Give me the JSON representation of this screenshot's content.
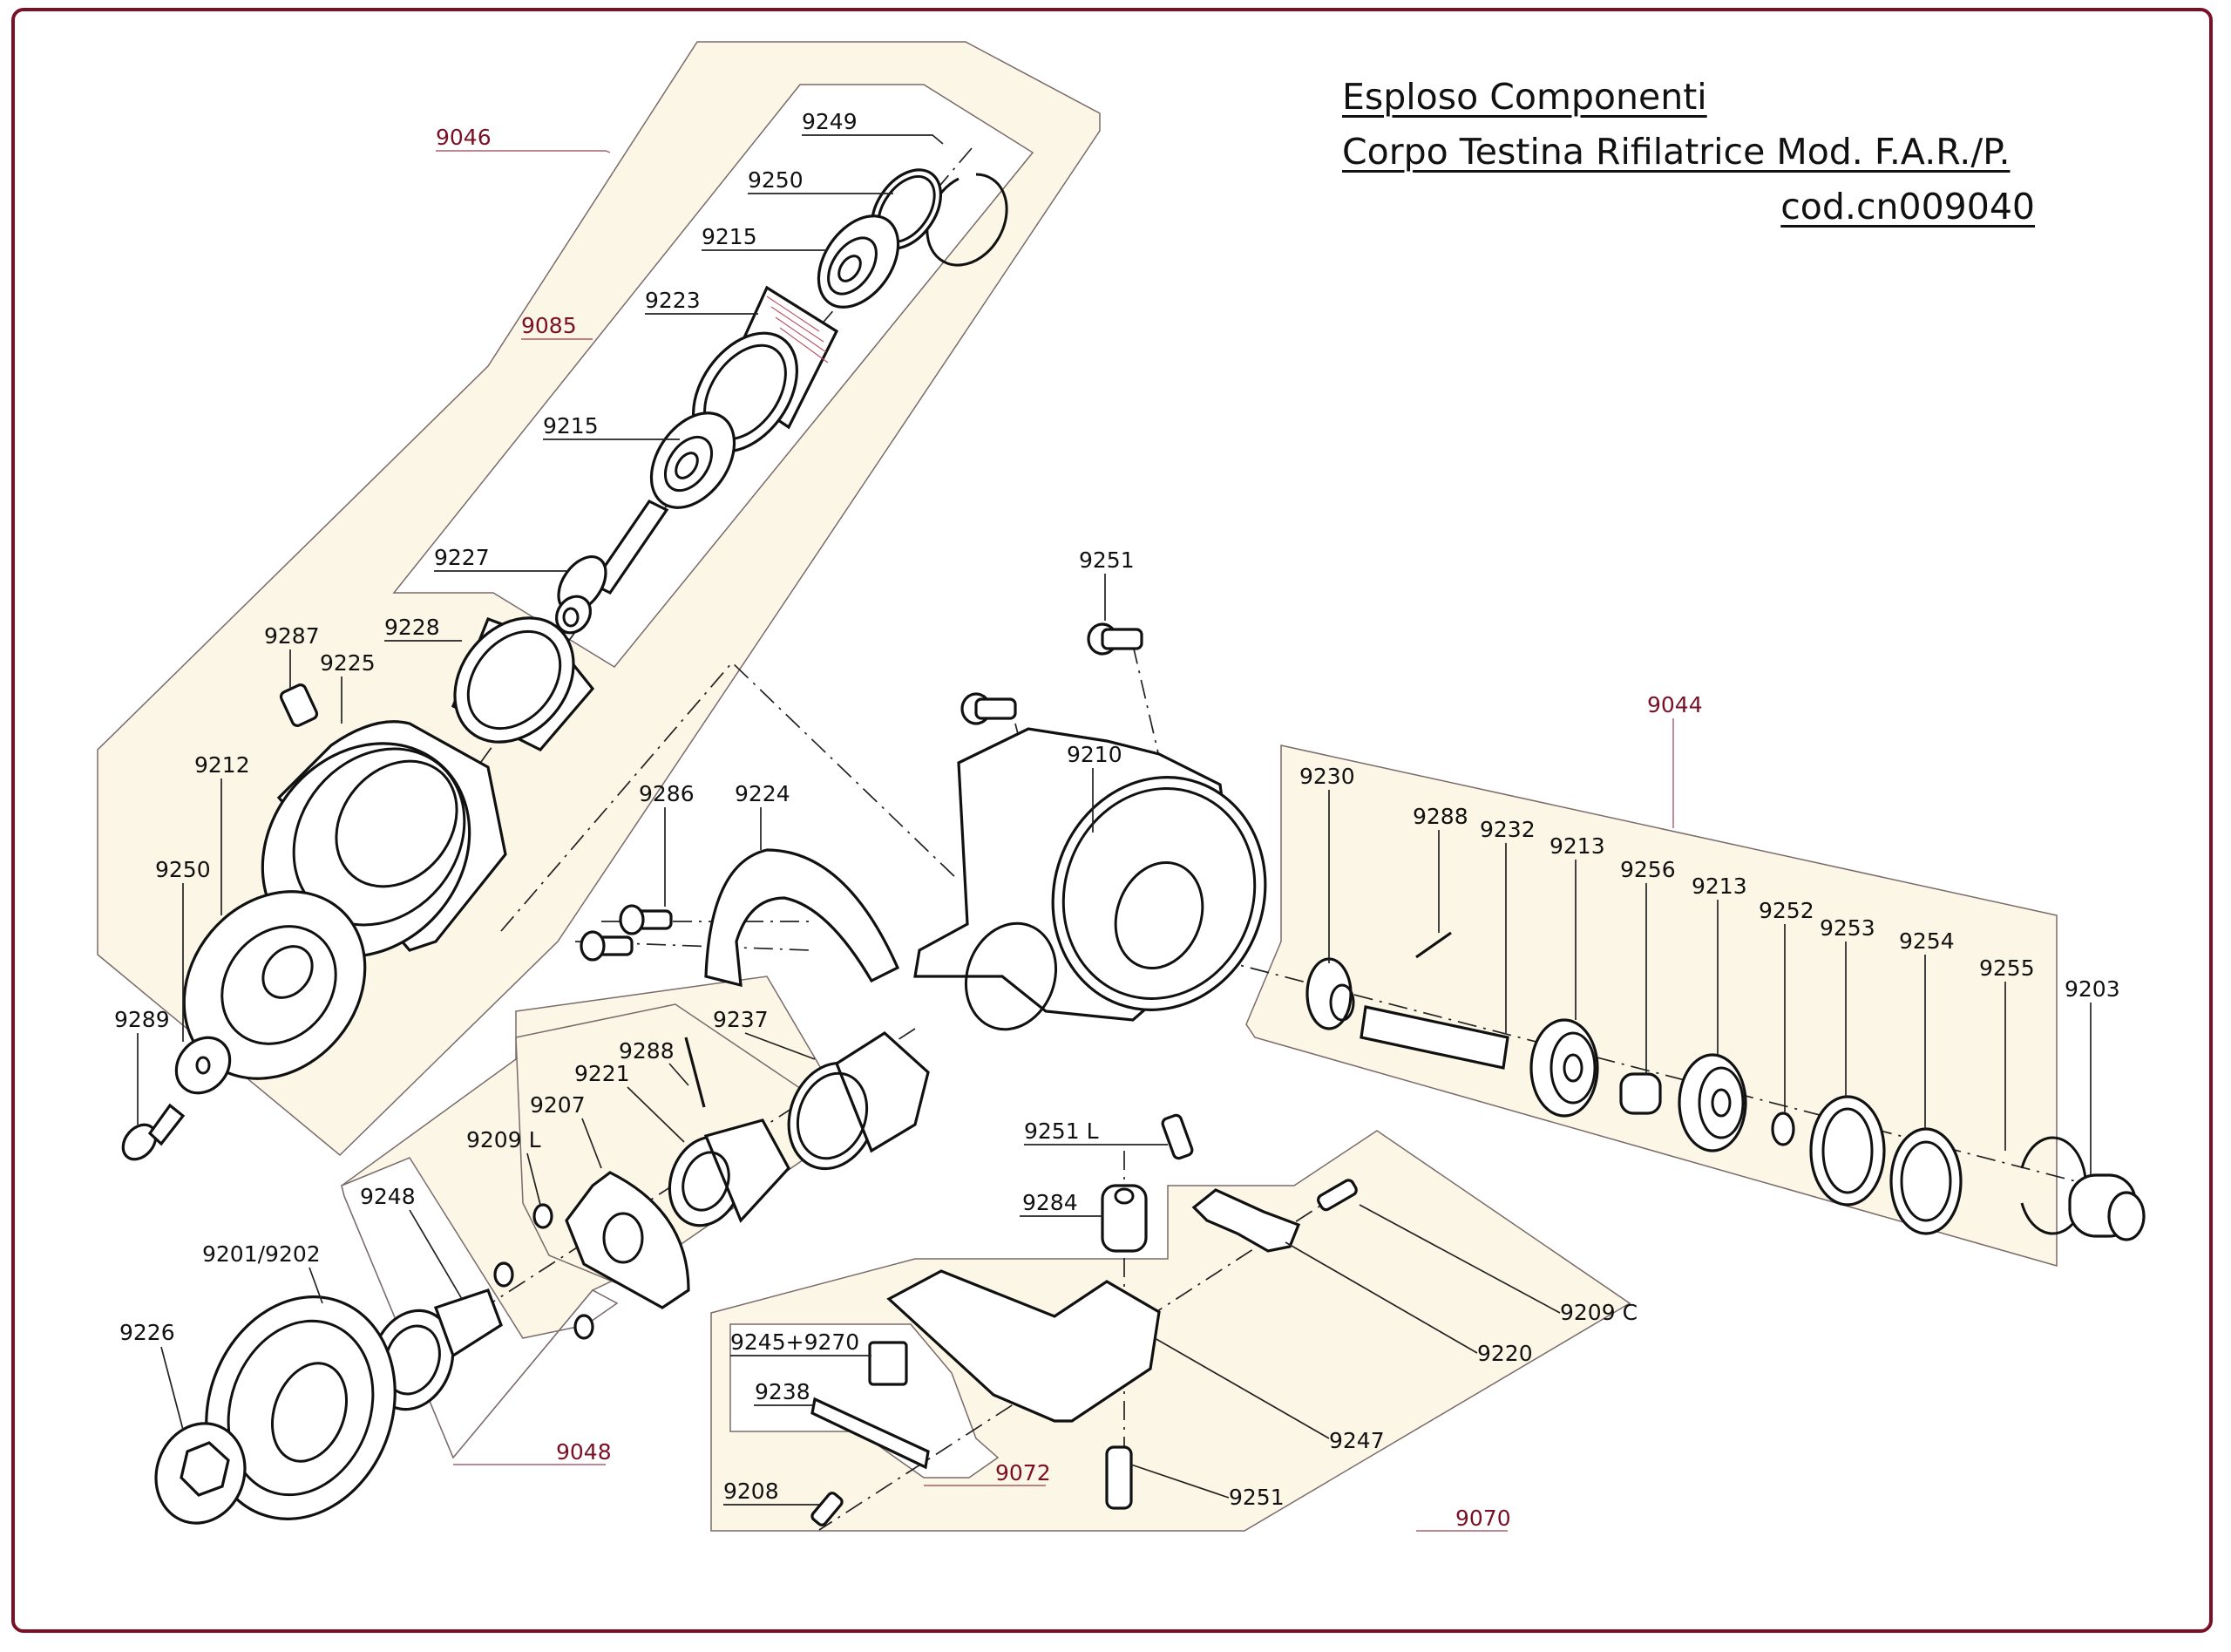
{
  "document": {
    "title_line1": "Esploso Componenti",
    "title_line2": "Corpo Testina Rifilatrice Mod. F.A.R./P.",
    "code": "cod.cn009040",
    "border_color": "#7a1025",
    "group_label_color": "#7a1025",
    "zone_fill": "#fbf6e6"
  },
  "groups": {
    "g9046": "9046",
    "g9085": "9085",
    "g9044": "9044",
    "g9048": "9048",
    "g9070": "9070",
    "g9072": "9072"
  },
  "parts": {
    "p9249": "9249",
    "p9250a": "9250",
    "p9215a": "9215",
    "p9223": "9223",
    "p9215b": "9215",
    "p9227": "9227",
    "p9228": "9228",
    "p9287": "9287",
    "p9225": "9225",
    "p9212": "9212",
    "p9250b": "9250",
    "p9289": "9289",
    "p9251a": "9251",
    "p9210": "9210",
    "p9286": "9286",
    "p9224": "9224",
    "p9237": "9237",
    "p9288a": "9288",
    "p9221": "9221",
    "p9207": "9207",
    "p9209L": "9209 L",
    "p9248": "9248",
    "p9201": "9201/9202",
    "p9226": "9226",
    "p9251L": "9251 L",
    "p9284": "9284",
    "p9230": "9230",
    "p9288b": "9288",
    "p9232": "9232",
    "p9213a": "9213",
    "p9256": "9256",
    "p9213b": "9213",
    "p9252": "9252",
    "p9253": "9253",
    "p9254": "9254",
    "p9255": "9255",
    "p9203": "9203",
    "p9209C": "9209 C",
    "p9220": "9220",
    "p9247": "9247",
    "p9251b": "9251",
    "p9245": "9245+9270",
    "p9238": "9238",
    "p9208": "9208"
  }
}
